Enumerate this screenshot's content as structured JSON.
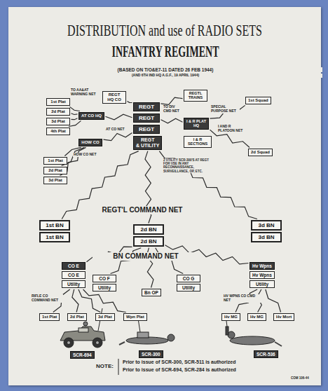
{
  "diagram": {
    "title": "DISTRIBUTION and use of RADIO SETS",
    "nodes": [
      {
        "text": [
          "1st Plat"
        ]
      },
      {
        "text": [
          "2d Plat"
        ]
      },
      {
        "text": [
          "3d Plat"
        ]
      },
      {
        "text": [
          "4th Plat"
        ]
      },
      {
        "text": [
          "AT CO HQ"
        ]
      },
      {
        "text": [
          "HOW CO"
        ]
      },
      {
        "text": [
          "1st Plat"
        ]
      },
      {
        "text": [
          "2d Plat"
        ]
      },
      {
        "text": [
          "3d Plat"
        ]
      },
      {
        "text": [
          "REGT HQ CO"
        ]
      },
      {
        "text": [
          "REGT"
        ]
      },
      {
        "text": [
          "REGT"
        ]
      },
      {
        "text": [
          "REGT"
        ]
      },
      {
        "text": [
          "REGT",
          "& UTILITY"
        ]
      },
      {
        "text": [
          "REGTL TRAINS"
        ]
      },
      {
        "text": [
          "I & R PLAT HQ"
        ]
      },
      {
        "text": [
          "I & R SECTIONS"
        ]
      },
      {
        "text": [
          "1st Squad"
        ]
      },
      {
        "text": [
          "2d Squad"
        ]
      },
      {
        "text": [
          "1st BN"
        ]
      },
      {
        "text": [
          "1st BN"
        ]
      },
      {
        "text": [
          "2d BN"
        ]
      },
      {
        "text": [
          "2d BN"
        ]
      },
      {
        "text": [
          "3d BN"
        ]
      },
      {
        "text": [
          "3d BN"
        ]
      },
      {
        "text": [
          "CO E"
        ]
      },
      {
        "text": [
          "CO E"
        ]
      },
      {
        "text": [
          "Utility"
        ]
      },
      {
        "text": [
          "CO F"
        ]
      },
      {
        "text": [
          "Utility"
        ]
      },
      {
        "text": [
          "Bn OP"
        ]
      },
      {
        "text": [
          "CO G"
        ]
      },
      {
        "text": [
          "Utility"
        ]
      },
      {
        "text": [
          "Hv Wpns"
        ]
      },
      {
        "text": [
          "Hv Wpns"
        ]
      },
      {
        "text": [
          "Utility"
        ]
      },
      {
        "text": [
          "1st Plat"
        ]
      },
      {
        "text": [
          "2d Plat"
        ]
      },
      {
        "text": [
          "3d Plat"
        ]
      },
      {
        "text": [
          "Wpn Plat"
        ]
      },
      {
        "text": [
          "Hv MG"
        ]
      },
      {
        "text": [
          "Hv MG"
        ]
      },
      {
        "text": [
          "Hv Mort"
        ]
      },
      {
        "text": [
          "SCR-694"
        ]
      },
      {
        "text": [
          "SCR-300"
        ]
      },
      {
        "text": [
          "SCR-536"
        ]
      }
    ],
    "edges": [
      {
        "from": 0,
        "to": 4,
        "arrow": "none"
      },
      {
        "from": 1,
        "to": 4,
        "arrow": "none"
      },
      {
        "from": 2,
        "to": 4,
        "arrow": "none"
      },
      {
        "from": 3,
        "to": 4,
        "arrow": "none"
      },
      {
        "from": 5,
        "to": 6,
        "arrow": "none"
      },
      {
        "from": 5,
        "to": 7,
        "arrow": "none"
      },
      {
        "from": 5,
        "to": 8,
        "arrow": "none"
      },
      {
        "from": 4,
        "to": 11,
        "arrow": "none"
      },
      {
        "from": 5,
        "to": 12,
        "arrow": "none"
      },
      {
        "from": 9,
        "to": 10,
        "arrow": "none"
      },
      {
        "from": 14,
        "to": 10,
        "arrow": "none"
      },
      {
        "from": 15,
        "to": 11,
        "arrow": "none"
      },
      {
        "from": 15,
        "to": 17,
        "arrow": "none"
      },
      {
        "from": 15,
        "to": 18,
        "arrow": "none"
      },
      {
        "from": 13,
        "to": 19,
        "arrow": "none"
      },
      {
        "from": 13,
        "to": 21,
        "arrow": "none"
      },
      {
        "from": 13,
        "to": 23,
        "arrow": "none"
      },
      {
        "from": 22,
        "to": 25,
        "arrow": "none"
      },
      {
        "from": 22,
        "to": 28,
        "arrow": "none"
      },
      {
        "from": 22,
        "to": 30,
        "arrow": "none"
      },
      {
        "from": 22,
        "to": 31,
        "arrow": "none"
      },
      {
        "from": 22,
        "to": 33,
        "arrow": "none"
      },
      {
        "from": 27,
        "to": 36,
        "arrow": "none"
      },
      {
        "from": 27,
        "to": 37,
        "arrow": "none"
      },
      {
        "from": 27,
        "to": 38,
        "arrow": "none"
      },
      {
        "from": 27,
        "to": 39,
        "arrow": "none"
      },
      {
        "from": 35,
        "to": 40,
        "arrow": "none"
      },
      {
        "from": 35,
        "to": 41,
        "arrow": "none"
      },
      {
        "from": 35,
        "to": 42,
        "arrow": "none"
      }
    ],
    "labels": [
      "INFANTRY REGIMENT",
      "(BASED ON T/O&E7-11 DATED 26 FEB 1944)",
      "(AND 6TH IND HQ A.G.F., 19 APRIL 1944)",
      "TO AA&AT WARNING NET",
      "AT CO NET",
      "HOW CO NET",
      "TO DIV CMD NET",
      "SPECIAL PURPOSE NET",
      "I AND R PLATOON NET",
      "2 UTILITY SCR-300'S AT REGT FOR USE IN ANY RECONNAISSANCE, SURVEILLANCE, OP, ETC.",
      "REGT'L COMMAND NET",
      "BN COMMAND NET",
      "RIFLE CO COMMAND NET",
      "HV WPNS CO CMD NET",
      "NOTE:",
      "Prior to issue of SCR-300, SCR-511 is authorized",
      "Prior to issue of SCR-694, SCR-284 is authorized",
      "COM 106-44"
    ]
  }
}
